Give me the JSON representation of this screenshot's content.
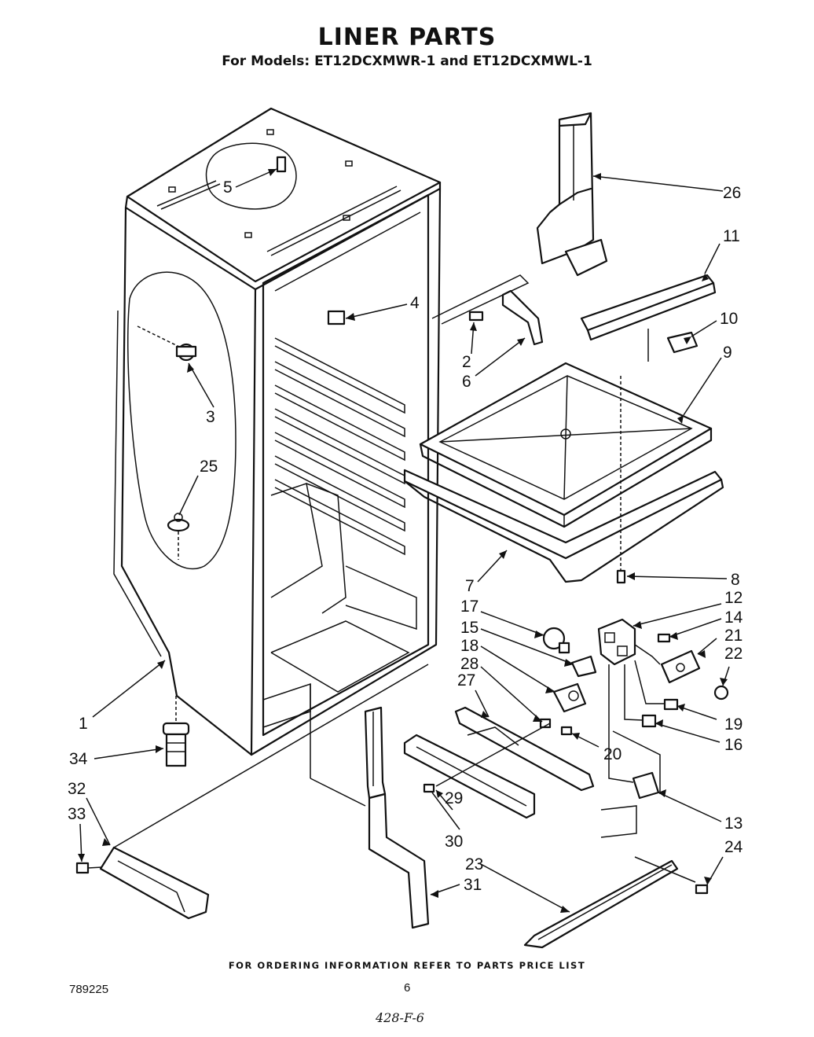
{
  "header": {
    "title": "LINER PARTS",
    "subtitle": "For Models: ET12DCXMWR-1 and ET12DCXMWL-1"
  },
  "callouts": [
    {
      "id": "c1",
      "label": "1"
    },
    {
      "id": "c2",
      "label": "2"
    },
    {
      "id": "c3",
      "label": "3"
    },
    {
      "id": "c4",
      "label": "4"
    },
    {
      "id": "c5",
      "label": "5"
    },
    {
      "id": "c6",
      "label": "6"
    },
    {
      "id": "c7",
      "label": "7"
    },
    {
      "id": "c8",
      "label": "8"
    },
    {
      "id": "c9",
      "label": "9"
    },
    {
      "id": "c10",
      "label": "10"
    },
    {
      "id": "c11",
      "label": "11"
    },
    {
      "id": "c12",
      "label": "12"
    },
    {
      "id": "c13",
      "label": "13"
    },
    {
      "id": "c14",
      "label": "14"
    },
    {
      "id": "c15",
      "label": "15"
    },
    {
      "id": "c16",
      "label": "16"
    },
    {
      "id": "c17",
      "label": "17"
    },
    {
      "id": "c18",
      "label": "18"
    },
    {
      "id": "c19",
      "label": "19"
    },
    {
      "id": "c20",
      "label": "20"
    },
    {
      "id": "c21",
      "label": "21"
    },
    {
      "id": "c22",
      "label": "22"
    },
    {
      "id": "c23",
      "label": "23"
    },
    {
      "id": "c24",
      "label": "24"
    },
    {
      "id": "c25",
      "label": "25"
    },
    {
      "id": "c26",
      "label": "26"
    },
    {
      "id": "c27",
      "label": "27"
    },
    {
      "id": "c28",
      "label": "28"
    },
    {
      "id": "c29",
      "label": "29"
    },
    {
      "id": "c30",
      "label": "30"
    },
    {
      "id": "c31",
      "label": "31"
    },
    {
      "id": "c32",
      "label": "32"
    },
    {
      "id": "c33",
      "label": "33"
    },
    {
      "id": "c34",
      "label": "34"
    }
  ],
  "footer": {
    "note": "FOR ORDERING INFORMATION REFER TO PARTS PRICE LIST",
    "doc_number": "789225",
    "page_number": "6",
    "handwritten": "428-F-6"
  }
}
